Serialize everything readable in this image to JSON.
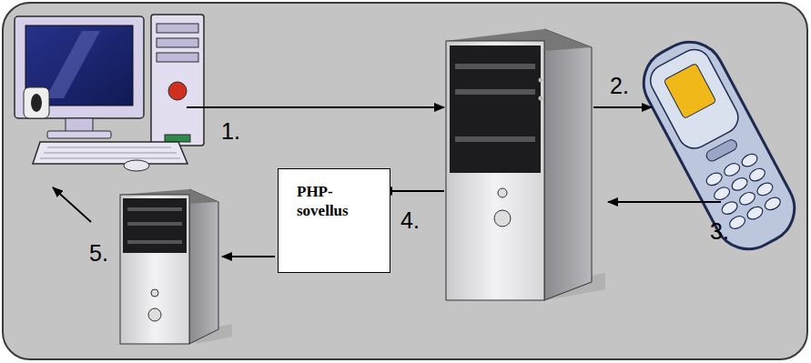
{
  "diagram": {
    "nodes": [
      {
        "text": [
          "PHP-sovellus"
        ]
      }
    ],
    "labels": [
      "1.",
      "2.",
      "3.",
      "4.",
      "5."
    ]
  }
}
